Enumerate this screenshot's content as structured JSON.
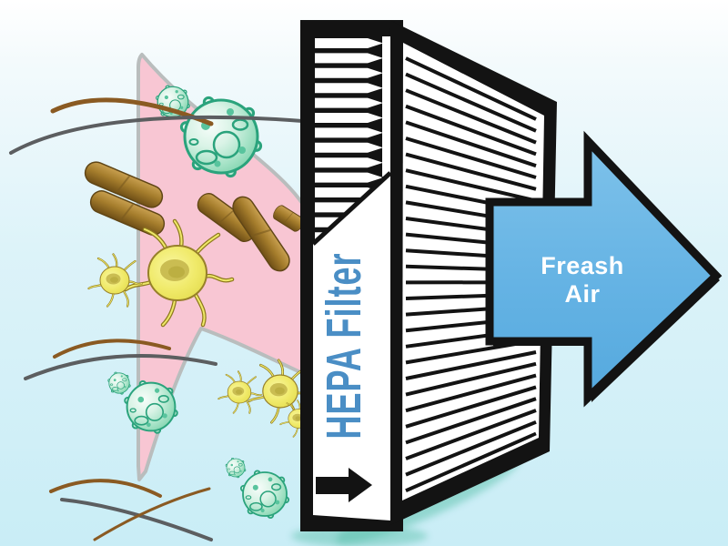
{
  "diagram": {
    "filter": {
      "label": "HEPA Filter",
      "label_color": "#4a8ec5",
      "frame_color": "#131313",
      "face_color": "#ffffff",
      "flow_icon": "right-arrow"
    },
    "clean_air_arrow": {
      "line1": "Freash",
      "line2": "Air",
      "text_color": "#ffffff",
      "fill_color": "#67b5e6",
      "outline_color": "#131313",
      "direction": "right"
    },
    "contaminants": {
      "mucus_blob_color": "#f8c6d3",
      "virus_color": "#2aa37c",
      "virus_count": 6,
      "bacteria_rod_color": "#9a7226",
      "bacteria_rod_count": 5,
      "cell_color": "#efe968",
      "cell_count": 5,
      "hair_strand_count": 7
    },
    "shadow_color": "#58bfa9",
    "background_top": "#ffffff",
    "background_bottom": "#c9edf6"
  }
}
